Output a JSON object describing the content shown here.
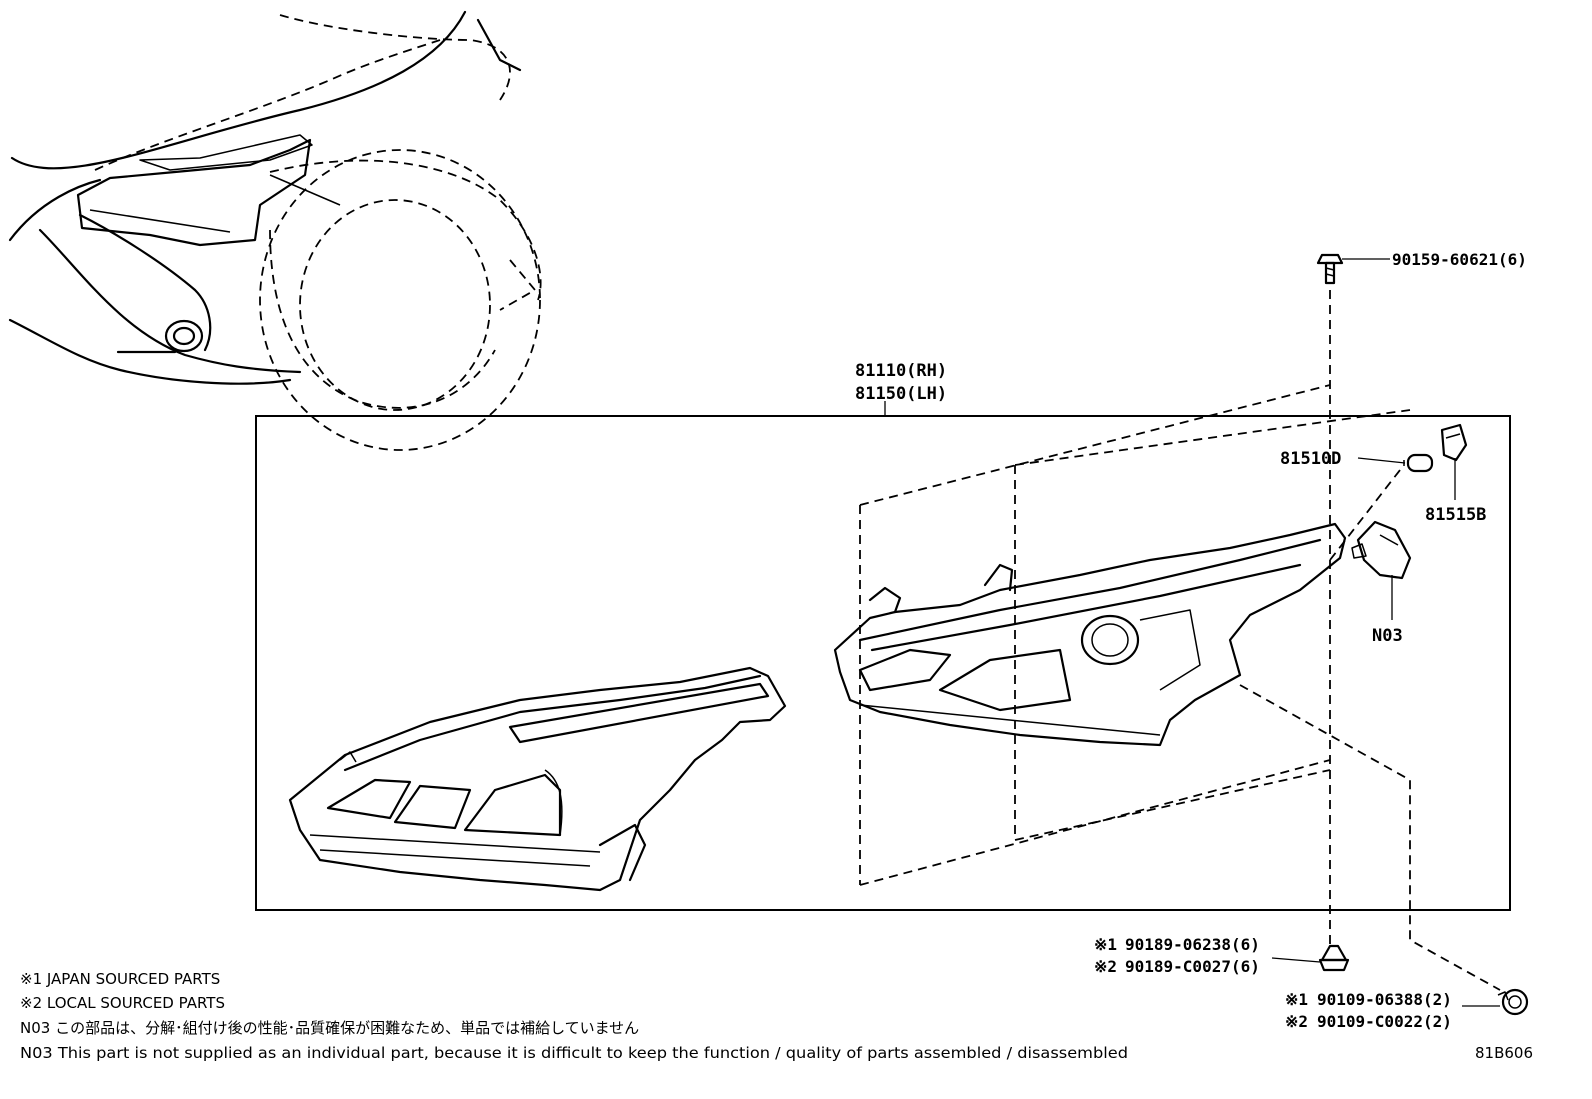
{
  "parts": {
    "headlamp_rh": "81110(RH)",
    "headlamp_lh": "81150(LH)",
    "screw_top": "90159-60621(6)",
    "bulb": "81510D",
    "socket": "81515B",
    "actuator": "N03",
    "clip_japan": "90189-06238(6)",
    "clip_local": "90189-C0027(6)",
    "grommet_japan": "90109-06388(2)",
    "grommet_local": "90109-C0022(2)",
    "mark_1": "※1",
    "mark_2": "※2"
  },
  "notes": {
    "japan": "※1 JAPAN SOURCED PARTS",
    "local": "※2 LOCAL SOURCED PARTS",
    "n03_jp": "N03 この部品は、分解･組付け後の性能･品質確保が困難なため、単品では補給していません",
    "n03_en": "N03 This part is not supplied as an individual part, because it is difficult to keep the function / quality of parts assembled / disassembled"
  },
  "diagram_id": "81B606"
}
